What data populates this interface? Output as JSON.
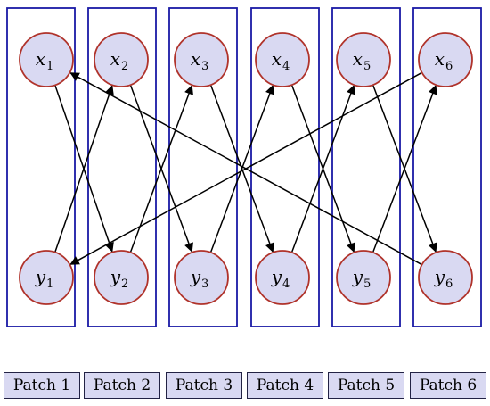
{
  "patches": [
    {
      "label": "Patch 1",
      "top": {
        "var": "x",
        "sub": "1"
      },
      "bottom": {
        "var": "y",
        "sub": "1"
      }
    },
    {
      "label": "Patch 2",
      "top": {
        "var": "x",
        "sub": "2"
      },
      "bottom": {
        "var": "y",
        "sub": "2"
      }
    },
    {
      "label": "Patch 3",
      "top": {
        "var": "x",
        "sub": "3"
      },
      "bottom": {
        "var": "y",
        "sub": "3"
      }
    },
    {
      "label": "Patch 4",
      "top": {
        "var": "x",
        "sub": "4"
      },
      "bottom": {
        "var": "y",
        "sub": "4"
      }
    },
    {
      "label": "Patch 5",
      "top": {
        "var": "x",
        "sub": "5"
      },
      "bottom": {
        "var": "y",
        "sub": "5"
      }
    },
    {
      "label": "Patch 6",
      "top": {
        "var": "x",
        "sub": "6"
      },
      "bottom": {
        "var": "y",
        "sub": "6"
      }
    }
  ],
  "edges": [
    {
      "from": "x1",
      "to": "y2"
    },
    {
      "from": "y2",
      "to": "x3"
    },
    {
      "from": "x3",
      "to": "y4"
    },
    {
      "from": "y4",
      "to": "x5"
    },
    {
      "from": "x5",
      "to": "y6"
    },
    {
      "from": "y6",
      "to": "x1"
    },
    {
      "from": "x2",
      "to": "y3"
    },
    {
      "from": "y3",
      "to": "x4"
    },
    {
      "from": "x4",
      "to": "y5"
    },
    {
      "from": "y5",
      "to": "x6"
    },
    {
      "from": "x6",
      "to": "y1"
    },
    {
      "from": "y1",
      "to": "x2"
    }
  ],
  "colors": {
    "patch_border": "#1a1aa6",
    "node_fill": "#d9d9f2",
    "node_border": "#b0332b",
    "label_fill": "#d9d9f2"
  }
}
